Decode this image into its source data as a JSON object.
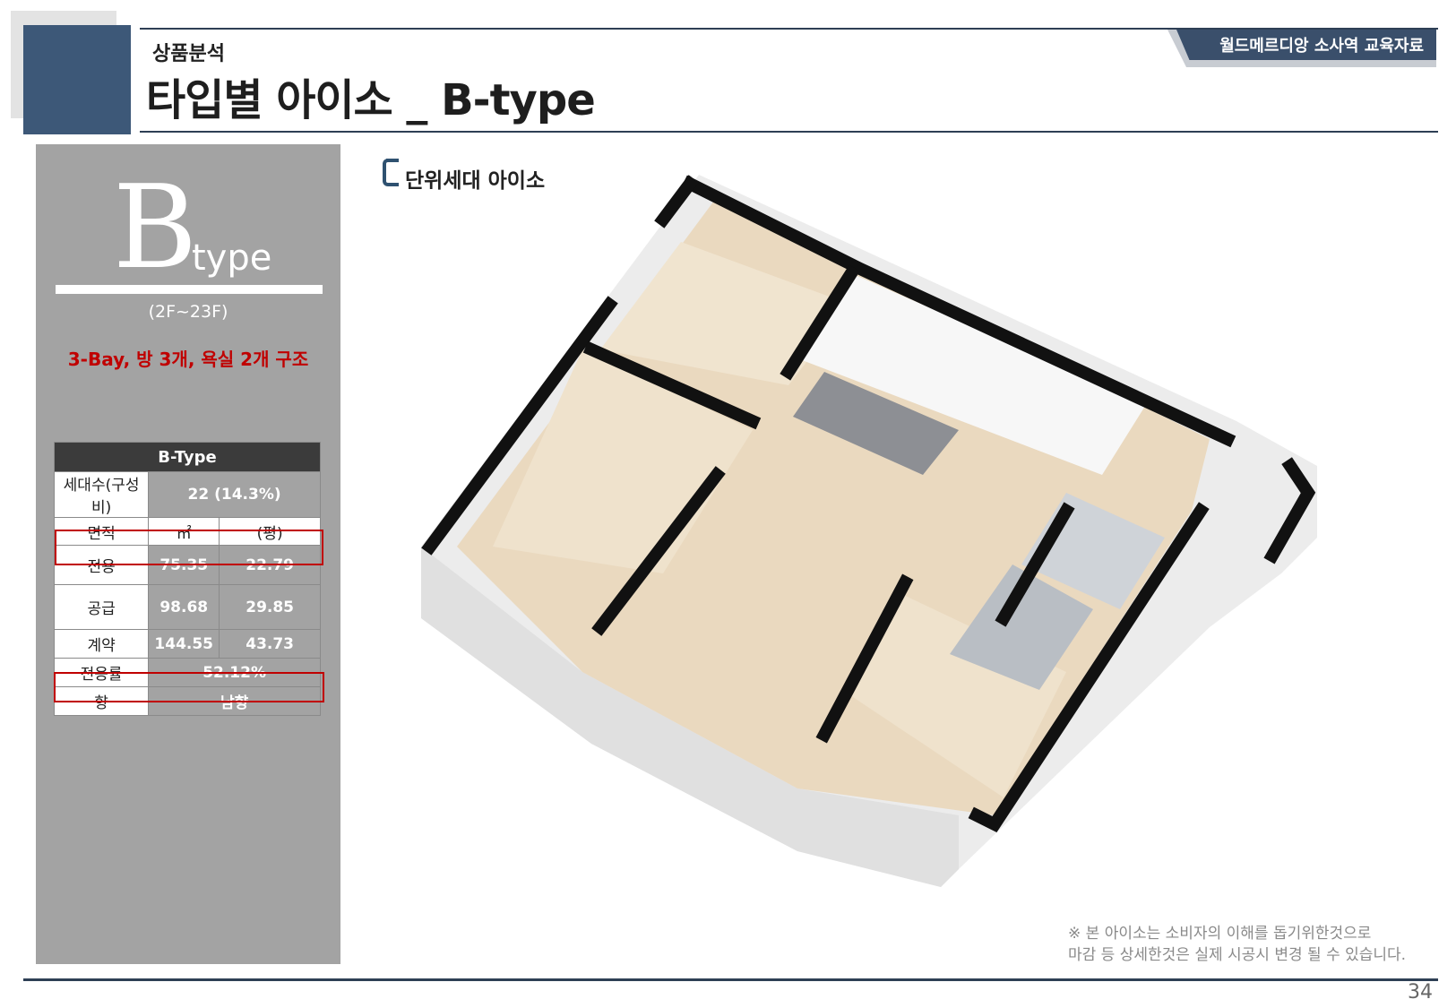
{
  "header": {
    "category": "상품분석",
    "title": "타입별 아이소 _ B-type",
    "badge": "월드메르디앙 소사역 교육자료"
  },
  "panel": {
    "type_letter": "B",
    "type_word": "type",
    "floors": "(2F~23F)",
    "structure": "3-Bay, 방 3개, 욕실 2개 구조",
    "table": {
      "title": "B-Type",
      "households_label": "세대수(구성비)",
      "households_value": "22 (14.3%)",
      "area_label": "면적",
      "unit_m2": "㎡",
      "unit_py": "(평)",
      "rows": [
        {
          "label": "전용",
          "m2": "75.35",
          "py": "22.79"
        },
        {
          "label": "공급",
          "m2": "98.68",
          "py": "29.85"
        },
        {
          "label": "계약",
          "m2": "144.55",
          "py": "43.73"
        }
      ],
      "ratio_label": "전용률",
      "ratio_value": "52.12%",
      "direction_label": "향",
      "direction_value": "남향"
    }
  },
  "iso": {
    "section_title": "단위세대 아이소",
    "note_line1": "※ 본 아이소는 소비자의 이해를 돕기위한것으로",
    "note_line2": "마감 등 상세한것은 실제 시공시 변경 될 수 있습니다."
  },
  "page_number": "34",
  "colors": {
    "navy": "#3d5878",
    "panel_gray": "#a3a3a3",
    "highlight_red": "#c00000"
  }
}
